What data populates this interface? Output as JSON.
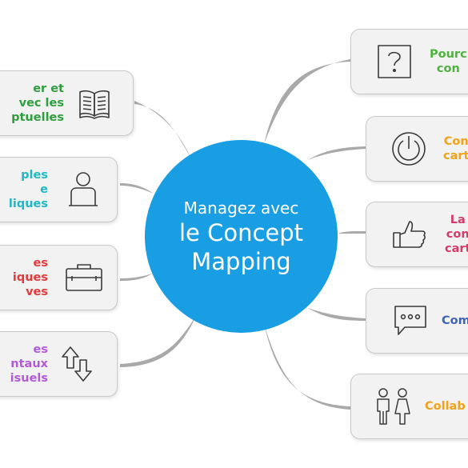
{
  "center": {
    "line1": "Managez avec",
    "line2": "le Concept",
    "line3": "Mapping",
    "color": "#1a9ee3"
  },
  "left_nodes": [
    {
      "text": "er et\nvec les\nptuelles",
      "color": "#2e9e3e",
      "icon": "book-icon"
    },
    {
      "text": "ples\ne\nliques",
      "color": "#1fb8c4",
      "icon": "person-icon"
    },
    {
      "text": "es\niques\nves",
      "color": "#e23a3a",
      "icon": "briefcase-icon"
    },
    {
      "text": "es\nntaux\nisuels",
      "color": "#b35ad6",
      "icon": "swap-arrows-icon"
    }
  ],
  "right_nodes": [
    {
      "text": "Pourc\ncon",
      "color": "#4db33d",
      "icon": "question-icon"
    },
    {
      "text": "Con\ncart",
      "color": "#f0a21b",
      "icon": "power-icon"
    },
    {
      "text": "La\ncon\ncart",
      "color": "#d63a6a",
      "icon": "thumbs-up-icon"
    },
    {
      "text": "Com",
      "color": "#3d63b8",
      "icon": "chat-bubble-icon"
    },
    {
      "text": "Collab",
      "color": "#f0a21b",
      "icon": "people-icon"
    }
  ]
}
